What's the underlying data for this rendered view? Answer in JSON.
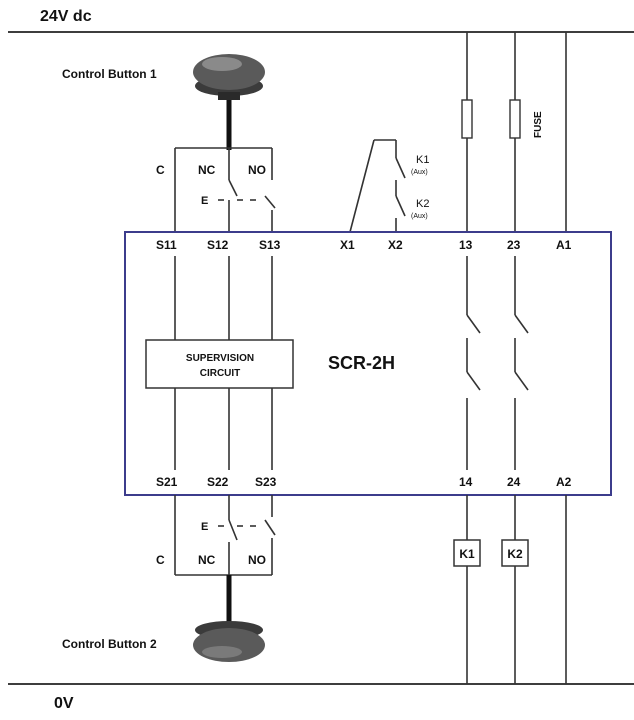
{
  "supply": {
    "top_label": "24V dc",
    "bottom_label": "0V"
  },
  "buttons": {
    "button1_label": "Control Button 1",
    "button2_label": "Control Button 2"
  },
  "switch_top": {
    "c": "C",
    "nc": "NC",
    "no": "NO",
    "e": "E"
  },
  "switch_bottom": {
    "c": "C",
    "nc": "NC",
    "no": "NO",
    "e": "E"
  },
  "aux": {
    "k1": "K1",
    "k1_sub": "(Aux)",
    "k2": "K2",
    "k2_sub": "(Aux)"
  },
  "fuse_label": "FUSE",
  "module": {
    "title": "SCR-2H",
    "supervision_line1": "SUPERVISION",
    "supervision_line2": "CIRCUIT",
    "top_terminals": [
      "S11",
      "S12",
      "S13",
      "X1",
      "X2",
      "13",
      "23",
      "A1"
    ],
    "bottom_terminals": [
      "S21",
      "S22",
      "S23",
      "14",
      "24",
      "A2"
    ],
    "border_color": "#3c3c8c"
  },
  "coils": {
    "k1": "K1",
    "k2": "K2"
  }
}
